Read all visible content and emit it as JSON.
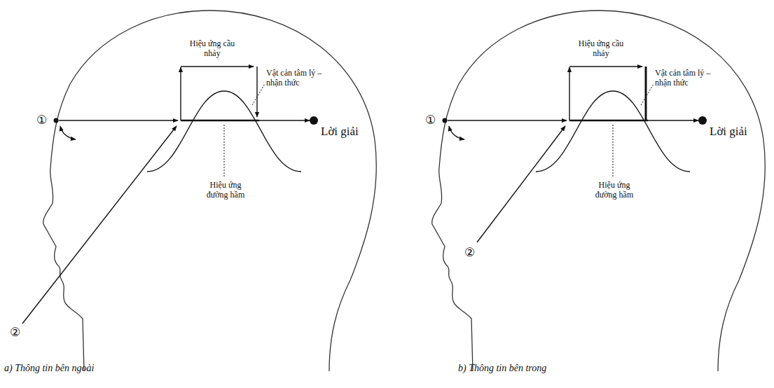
{
  "diagram": {
    "labels": [
      "Hiệu ứng cầu nhảy",
      "Vật cản tâm lý – nhận thức",
      "①",
      "Lời giải",
      "Hiệu ứng đường hầm",
      "②",
      "a) Thông tin bên ngoài",
      "Hiệu ứng cầu nhảy",
      "Vật cản tâm lý – nhận thức",
      "①",
      "Lời giải",
      "Hiệu ứng đường hầm",
      "②",
      "b) Thông tin bên trong"
    ]
  }
}
